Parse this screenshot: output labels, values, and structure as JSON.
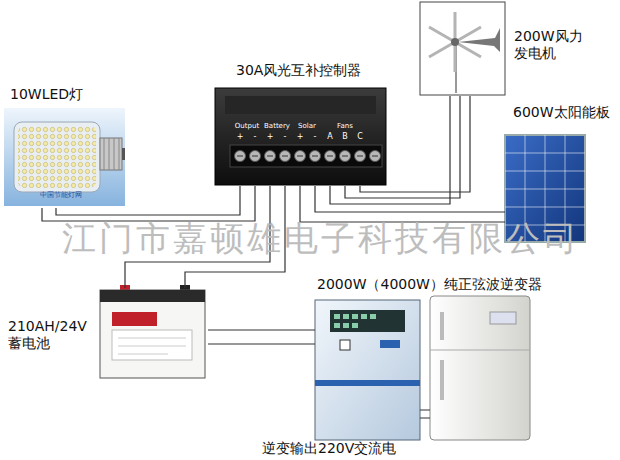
{
  "diagram": {
    "nodes": [
      {
        "text": [
          "10WLED灯"
        ]
      },
      {
        "text": [
          "30A风光互补控制器"
        ]
      },
      {
        "text": [
          "200W风力发电机"
        ]
      },
      {
        "text": [
          "600W太阳能板"
        ]
      },
      {
        "text": [
          "210AH/24V 蓄电池"
        ]
      },
      {
        "text": [
          "2000W（4000W）纯正弦波逆变器"
        ]
      }
    ],
    "edges": [
      {
        "from": 0,
        "to": 1,
        "arrow": "none"
      },
      {
        "from": 2,
        "to": 1,
        "arrow": "none"
      },
      {
        "from": 3,
        "to": 1,
        "arrow": "none"
      },
      {
        "from": 4,
        "to": 1,
        "arrow": "none"
      },
      {
        "from": 4,
        "to": 5,
        "arrow": "none"
      }
    ],
    "labels": [
      "江门市嘉顿雄电子科技有限公司",
      "逆变输出220V交流电",
      "中国节能灯网",
      "Output",
      "Battery",
      "Solar",
      "Fans",
      "+",
      "-",
      "+",
      "-",
      "+",
      "-",
      "A",
      "B",
      "C"
    ]
  }
}
